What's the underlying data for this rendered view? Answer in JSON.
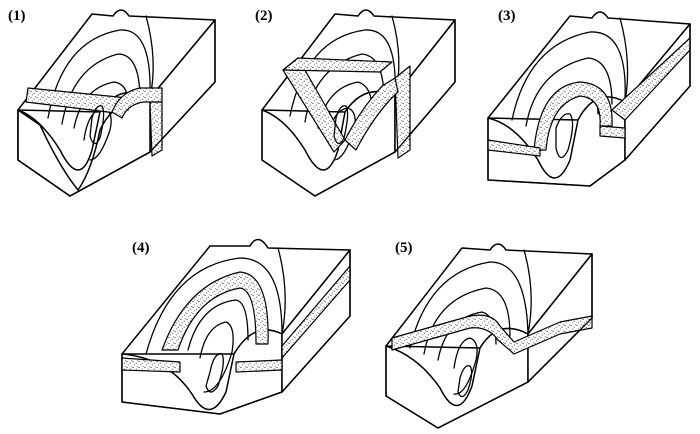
{
  "panels": [
    {
      "label": "(1)"
    },
    {
      "label": "(2)"
    },
    {
      "label": "(3)"
    },
    {
      "label": "(4)"
    },
    {
      "label": "(5)"
    }
  ],
  "colors": {
    "ink": "#000000",
    "paper": "#ffffff",
    "stipple": "#000000"
  }
}
